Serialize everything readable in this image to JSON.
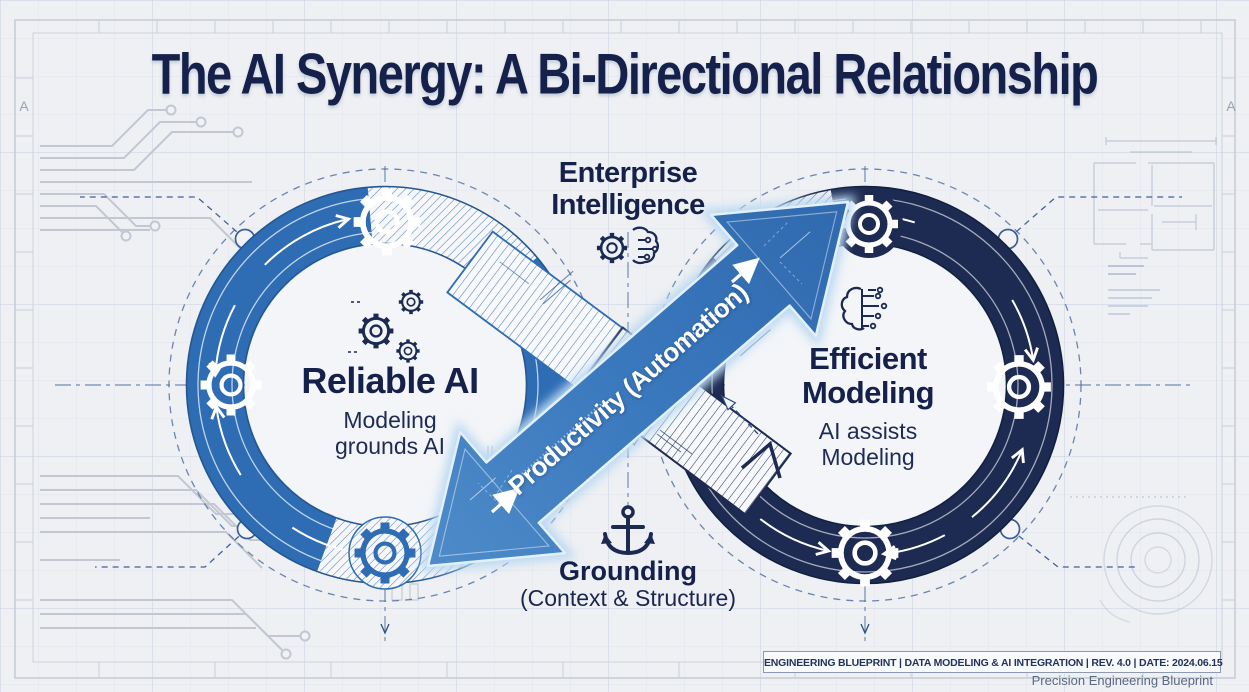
{
  "title": "The AI Synergy: A Bi-Directional Relationship",
  "diagram": {
    "top": {
      "line1": "Enterprise",
      "line2": "Intelligence",
      "icon": "gear-brain-icon"
    },
    "left": {
      "title": "Reliable AI",
      "sub1": "Modeling",
      "sub2": "grounds AI",
      "icon": "gears-cluster-icon"
    },
    "right": {
      "t1": "Efficient",
      "t2": "Modeling",
      "s1": "AI assists",
      "s2": "Modeling",
      "icon": "brain-circuit-icon"
    },
    "bottom": {
      "title": "Grounding",
      "subtitle": "(Context & Structure)",
      "icon": "anchor-icon"
    },
    "arrow_label": "Productivity (Automation)"
  },
  "frame": {
    "left_marker": "A",
    "right_marker": "A"
  },
  "footer": {
    "block": "ENGINEERING BLUEPRINT | DATA MODELING & AI INTEGRATION | REV. 4.0 | DATE: 2024.06.15",
    "caption": "Precision Engineering Blueprint"
  },
  "icons": {
    "anchor-icon": "anchor glyph (ring, shaft, crossbar, curved arms)",
    "gear-brain-icon": "gear merged with circuit brain",
    "gears-cluster-icon": "three outline gears",
    "brain-circuit-icon": "half brain with circuit traces"
  },
  "colors": {
    "background": "#eef0f3",
    "left_loop": "#2e6cb4",
    "right_loop": "#1d2b52",
    "arrow_band": "#3a78bd",
    "arrow_glow": "#bcd9f2",
    "title_text": "#15214b",
    "hatch_line": "#577fb2"
  }
}
